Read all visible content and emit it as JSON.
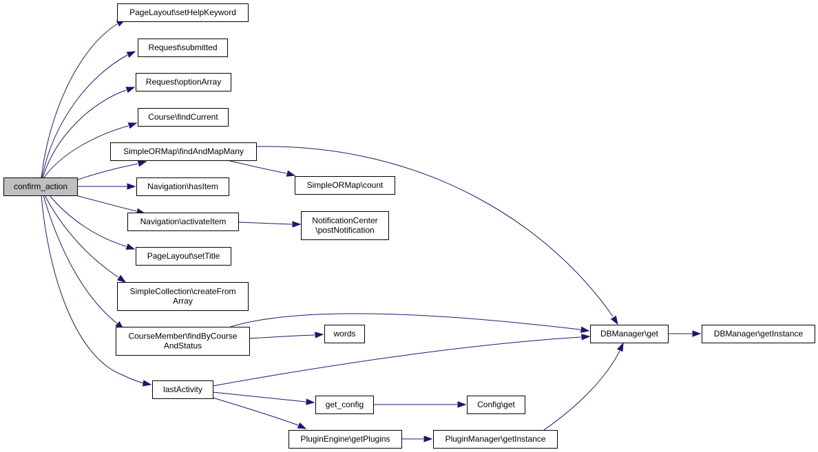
{
  "graph": {
    "nodes": {
      "confirm": {
        "lines": [
          "confirm_action"
        ],
        "root": true
      },
      "setHelp": {
        "lines": [
          "PageLayout\\setHelpKeyword"
        ]
      },
      "submitted": {
        "lines": [
          "Request\\submitted"
        ]
      },
      "optionArray": {
        "lines": [
          "Request\\optionArray"
        ]
      },
      "findCurrent": {
        "lines": [
          "Course\\findCurrent"
        ]
      },
      "findAndMapMany": {
        "lines": [
          "SimpleORMap\\findAndMapMany"
        ]
      },
      "hasItem": {
        "lines": [
          "Navigation\\hasItem"
        ]
      },
      "activateItem": {
        "lines": [
          "Navigation\\activateItem"
        ]
      },
      "setTitle": {
        "lines": [
          "PageLayout\\setTitle"
        ]
      },
      "createFromArray": {
        "lines": [
          "SimpleCollection\\createFrom",
          "Array"
        ]
      },
      "findByCourse": {
        "lines": [
          "CourseMember\\findByCourse",
          "AndStatus"
        ]
      },
      "lastActivity": {
        "lines": [
          "lastActivity"
        ]
      },
      "ormCount": {
        "lines": [
          "SimpleORMap\\count"
        ]
      },
      "postNotification": {
        "lines": [
          "NotificationCenter",
          "\\postNotification"
        ]
      },
      "words": {
        "lines": [
          "words"
        ]
      },
      "getConfig": {
        "lines": [
          "get_config"
        ]
      },
      "getPlugins": {
        "lines": [
          "PluginEngine\\getPlugins"
        ]
      },
      "dbGet": {
        "lines": [
          "DBManager\\get"
        ]
      },
      "configGet": {
        "lines": [
          "Config\\get"
        ]
      },
      "pmGetInstance": {
        "lines": [
          "PluginManager\\getInstance"
        ]
      },
      "dbGetInstance": {
        "lines": [
          "DBManager\\getInstance"
        ]
      }
    },
    "edges": [
      [
        "confirm",
        "setHelp"
      ],
      [
        "confirm",
        "submitted"
      ],
      [
        "confirm",
        "optionArray"
      ],
      [
        "confirm",
        "findCurrent"
      ],
      [
        "confirm",
        "findAndMapMany"
      ],
      [
        "confirm",
        "hasItem"
      ],
      [
        "confirm",
        "activateItem"
      ],
      [
        "confirm",
        "setTitle"
      ],
      [
        "confirm",
        "createFromArray"
      ],
      [
        "confirm",
        "findByCourse"
      ],
      [
        "confirm",
        "lastActivity"
      ],
      [
        "findAndMapMany",
        "ormCount"
      ],
      [
        "findAndMapMany",
        "dbGet"
      ],
      [
        "activateItem",
        "postNotification"
      ],
      [
        "findByCourse",
        "dbGet"
      ],
      [
        "findByCourse",
        "words"
      ],
      [
        "lastActivity",
        "dbGet"
      ],
      [
        "lastActivity",
        "getConfig"
      ],
      [
        "lastActivity",
        "getPlugins"
      ],
      [
        "getConfig",
        "configGet"
      ],
      [
        "getPlugins",
        "pmGetInstance"
      ],
      [
        "pmGetInstance",
        "dbGet"
      ],
      [
        "dbGet",
        "dbGetInstance"
      ]
    ]
  }
}
